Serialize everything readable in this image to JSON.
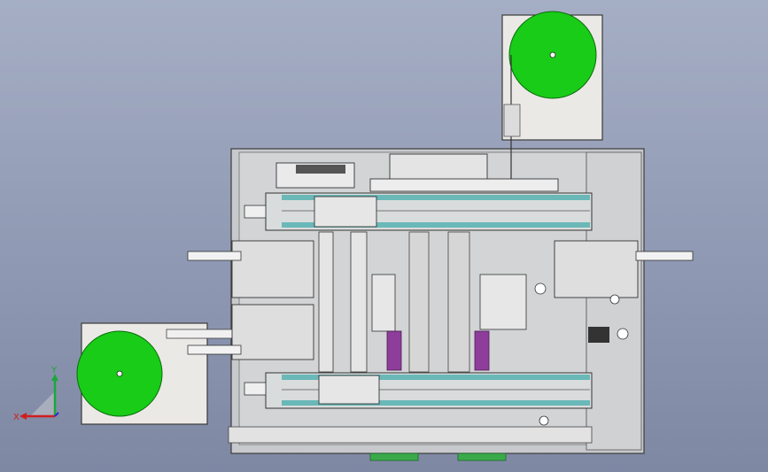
{
  "axis_triad": {
    "x_label": "X",
    "y_label": "Y",
    "x_color": "#d21e1e",
    "y_color": "#1aa83a",
    "z_color": "#2b2bd6"
  },
  "colors": {
    "background": "#8f99b3",
    "frame_plate": "#c4c6c9",
    "frame_border": "#3c3c3c",
    "reel": "#16cc16",
    "reel_housing": "#e9e7e4",
    "linear_rail": "#6ab8b8",
    "purple_block": "#8e3e9a",
    "green_tab": "#3aaa4a"
  },
  "components": {
    "reels": [
      "reel-top-right",
      "reel-bottom-left"
    ],
    "linear_modules": [
      "upper-linear-module",
      "lower-linear-module"
    ],
    "clamp_stations": [
      "left-clamp-upper",
      "left-clamp-lower",
      "right-clamp"
    ]
  }
}
